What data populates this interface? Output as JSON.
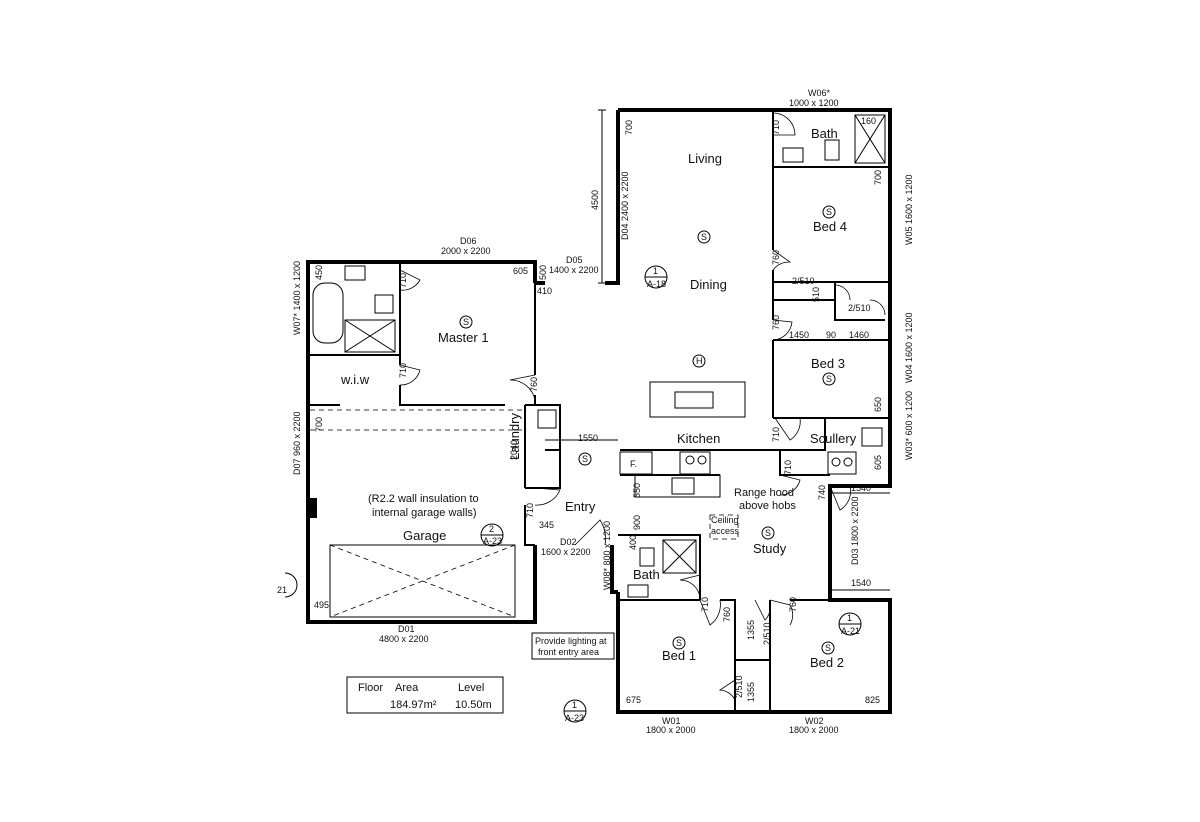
{
  "rooms": {
    "living": "Living",
    "dining": "Dining",
    "kitchen": "Kitchen",
    "scullery": "Scullery",
    "bath_top": "Bath",
    "bed4": "Bed 4",
    "bed3": "Bed 3",
    "master": "Master 1",
    "wiw": "w.i.w",
    "laundry": "Laundry",
    "entry": "Entry",
    "garage": "Garage",
    "study": "Study",
    "bath_lower": "Bath",
    "bed1": "Bed 1",
    "bed2": "Bed 2"
  },
  "openings": {
    "w06_id": "W06*",
    "w06_size": "1000 x 1200",
    "d06_id": "D06",
    "d06_size": "2000 x 2200",
    "d05_id": "D05",
    "d05_size": "1400 x 2200",
    "d04": "D04 2400 x 2200",
    "w07": "W07* 1400 x 1200",
    "d07": "D07 960 x 2200",
    "w05": "W05 1600 x 1200",
    "w04": "W04 1600 x 1200",
    "w03": "W03* 600 x 1200",
    "d03": "D03 1800 x 2200",
    "d02_id": "D02",
    "d02_size": "1600 x 2200",
    "w08": "W08* 800 x 1200",
    "d01_id": "D01",
    "d01_size": "4800 x 2200",
    "w01_id": "W01",
    "w01_size": "1800 x 2000",
    "w02_id": "W02",
    "w02_size": "1800 x 2000"
  },
  "dims": {
    "d4500": "4500",
    "d700a": "700",
    "d710a": "710",
    "d760": "760",
    "d760b": "760",
    "d700b": "700",
    "d450": "450",
    "d710b": "710",
    "d710c": "710",
    "d605": "605",
    "d500": "500",
    "d410": "410",
    "d760c": "760",
    "d2040": "2040",
    "d1550": "1550",
    "d1450": "1450",
    "d90": "90",
    "d1460": "1460",
    "d2510a": "2/510",
    "d510": "510",
    "d2510b": "2/510",
    "d650": "650",
    "d710d": "710",
    "d710e": "710",
    "d605b": "605",
    "d740": "740",
    "d1540a": "1540",
    "d1540b": "1540",
    "d700c": "700",
    "d710f": "710",
    "d345": "345",
    "d550": "550",
    "d900": "900",
    "d400": "400",
    "d710g": "710",
    "d760d": "760",
    "d760e": "760",
    "d1355a": "1355",
    "d1355b": "1355",
    "d2510c": "2/510",
    "d2510d": "2/510",
    "d495": "495",
    "d675": "675",
    "d825": "825",
    "d160": "160"
  },
  "notes": {
    "insulation_line1": "(R2.2 wall insulation to",
    "insulation_line2": "internal garage walls)",
    "range_line1": "Range hood",
    "range_line2": "above hobs",
    "ceiling_line1": "Ceiling",
    "ceiling_line2": "access",
    "lighting_line1": "Provide lighting at",
    "lighting_line2": "front entry area",
    "fridge": "F."
  },
  "section_markers": [
    {
      "num": "1",
      "sheet": "A-18"
    },
    {
      "num": "2",
      "sheet": "A-23"
    },
    {
      "num": "1",
      "sheet": "A-21"
    },
    {
      "num": "1",
      "sheet": "A-23"
    },
    {
      "num": "",
      "sheet": "21"
    }
  ],
  "symbols": {
    "smoke": "S",
    "heat": "H"
  },
  "area_table": {
    "floor_header": "Floor",
    "area_header": "Area",
    "level_header": "Level",
    "area_value": "184.97m²",
    "level_value": "10.50m"
  }
}
